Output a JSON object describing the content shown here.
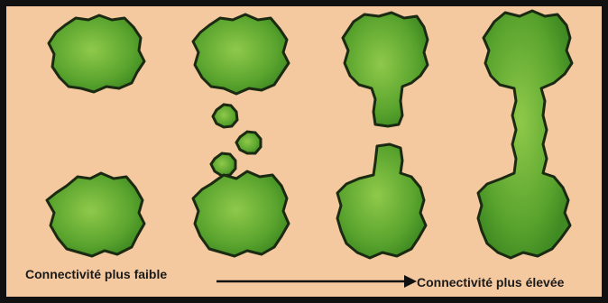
{
  "labels": {
    "low_connectivity": "Connectivité plus faible",
    "high_connectivity": "Connectivité plus élevée"
  },
  "colors": {
    "background": "#f5c99f",
    "border": "#111111",
    "patch_fill_light": "#8fc94a",
    "patch_fill_dark": "#3f8a22",
    "patch_outline": "#1b2a12",
    "arrow": "#111111"
  },
  "panels": [
    {
      "name": "isolated-patches",
      "connection": "none"
    },
    {
      "name": "stepping-stones",
      "connection": "stepping-stones",
      "stone_count": 3
    },
    {
      "name": "partial-corridor",
      "connection": "broken-corridor"
    },
    {
      "name": "full-corridor",
      "connection": "continuous-corridor"
    }
  ]
}
